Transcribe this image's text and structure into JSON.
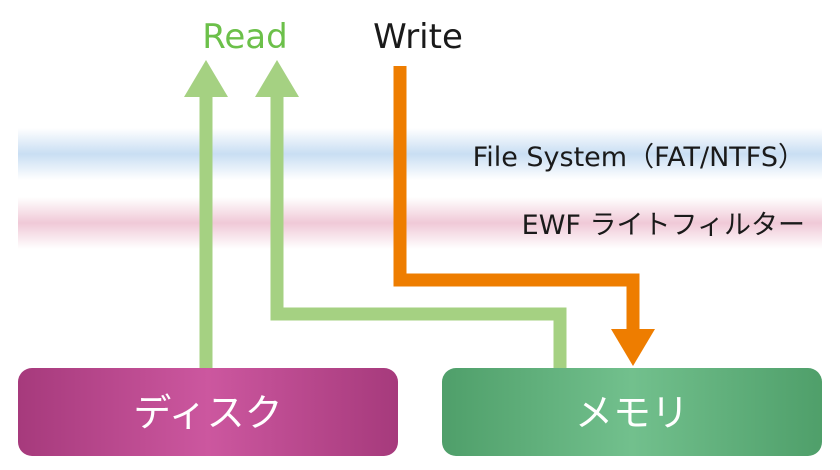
{
  "arrows": {
    "read_label": "Read",
    "write_label": "Write"
  },
  "layers": {
    "file_system": "File System（FAT/NTFS）",
    "ewf_filter": "EWF ライトフィルター"
  },
  "boxes": {
    "disk": "ディスク",
    "memory": "メモリ"
  },
  "colors": {
    "read": "#a5d182",
    "read_label": "#6cc04a",
    "write": "#ee7d00",
    "disk": "#b8448a",
    "memory": "#5dab78",
    "file_system_band": "#cfe2f4",
    "ewf_band": "#f3d3df"
  }
}
